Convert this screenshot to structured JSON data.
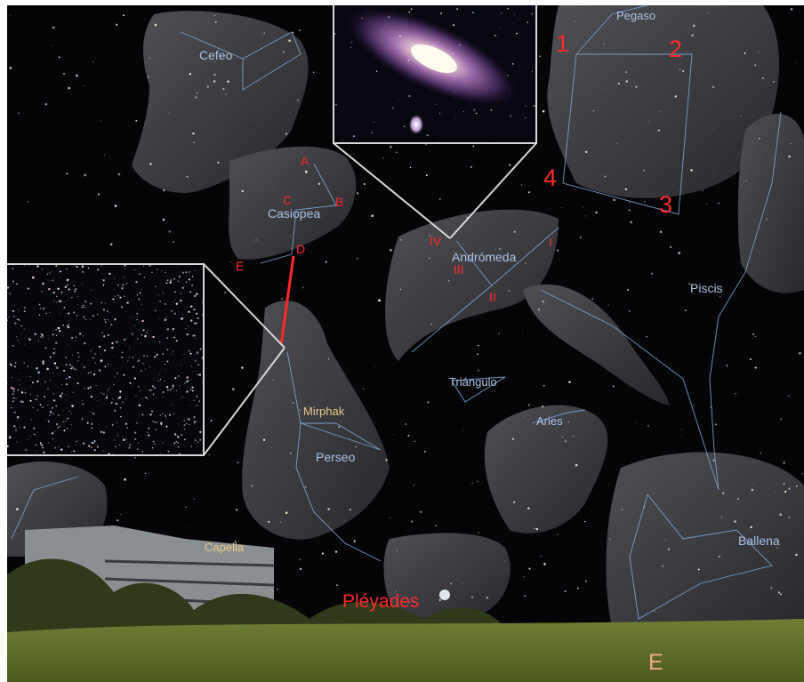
{
  "constellations": {
    "cefeo": "Cefeo",
    "pegaso": "Pegaso",
    "casiopea": "Casiopea",
    "andromeda": "Andrómeda",
    "piscis": "Piscis",
    "triangulo": "Triángulo",
    "aries": "Aries",
    "perseo": "Perseo",
    "ballena": "Ballena"
  },
  "stars": {
    "mirphak": "Mirphak",
    "capella": "Capella"
  },
  "clusters": {
    "pleyades": "Pléyades"
  },
  "pegasus_square_markers": [
    "1",
    "2",
    "3",
    "4"
  ],
  "cassiopeia_markers": [
    "A",
    "B",
    "C",
    "D",
    "E"
  ],
  "andromeda_markers": [
    "I",
    "II",
    "III",
    "IV"
  ],
  "compass": "E",
  "colors": {
    "sky": "#050507",
    "label_blue": "#a9c4e6",
    "label_gold": "#e8c98a",
    "marker_red": "#ff2a2a",
    "line_blue": "#7fa8d8",
    "ground_green": "#5b6a2a",
    "compass": "#f1a58a"
  }
}
